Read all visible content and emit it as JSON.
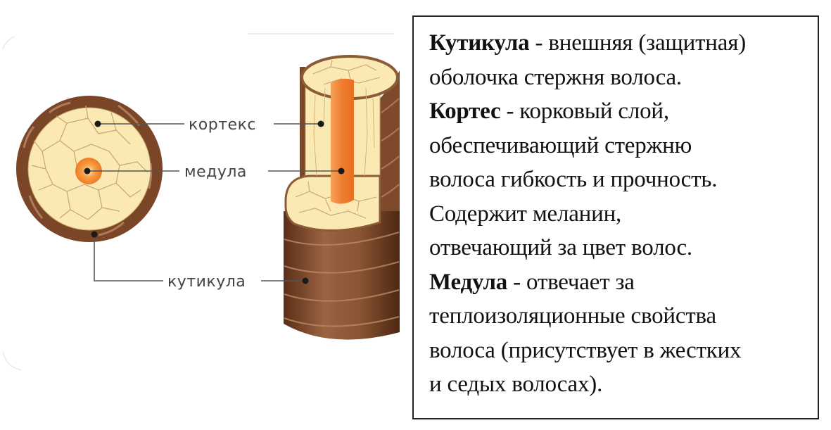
{
  "diagram": {
    "labels": {
      "cortex": "кортекс",
      "medulla": "медула",
      "cuticle": "кутикула"
    }
  },
  "description": {
    "line1": {
      "term": "Кутикула",
      "rest": " - внешняя (защитная)"
    },
    "line2": "оболочка стержня волоса.",
    "line3": {
      "term": "Кортес",
      "rest": " - корковый слой,"
    },
    "line4": "обеспечивающий стержню",
    "line5": "волоса гибкость и прочность.",
    "line6": "Содержит меланин,",
    "line7": "отвечающий за цвет волос.",
    "line8": {
      "term": "Медула",
      "rest": " - отвечает за"
    },
    "line9": "теплоизоляционные свойства",
    "line10": "волоса (присутствует в жестких",
    "line11": "и седых волосах)."
  },
  "colors": {
    "cuticle": "#7a4526",
    "cortex": "#fbe9b4",
    "medulla": "#f28a3c",
    "text": "#111111"
  }
}
